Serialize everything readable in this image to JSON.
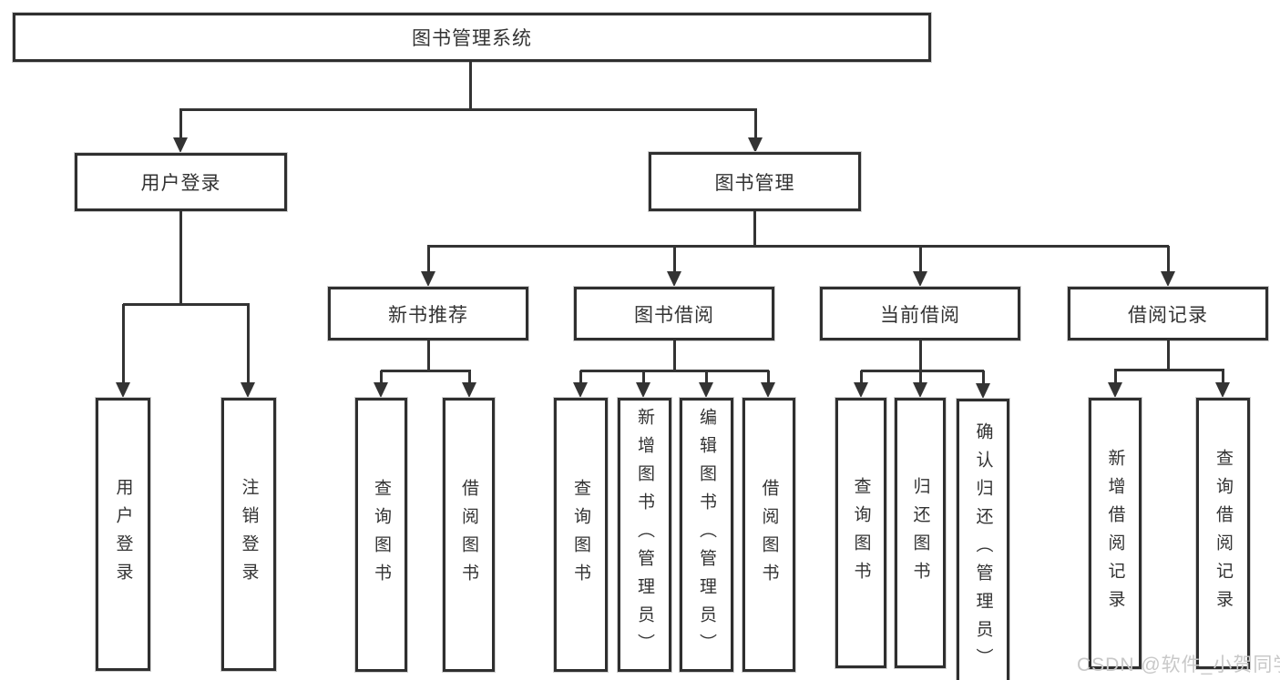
{
  "nodes": {
    "root": "图书管理系统",
    "user_login": "用户登录",
    "book_mgmt": "图书管理",
    "new_book_rec": "新书推荐",
    "book_borrow": "图书借阅",
    "current_borrow": "当前借阅",
    "borrow_record": "借阅记录",
    "ul_user_login": "用户登录",
    "ul_logout": "注销登录",
    "nbr_query_book": "查询图书",
    "nbr_borrow_book": "借阅图书",
    "bb_query_book": "查询图书",
    "bb_add_book": "新增图书（管理员）",
    "bb_edit_book": "编辑图书（管理员）",
    "bb_borrow_book": "借阅图书",
    "cb_query_book": "查询图书",
    "cb_return_book": "归还图书",
    "cb_confirm_return": "确认归还（管理员）",
    "br_add_record": "新增借阅记录",
    "br_query_record": "查询借阅记录"
  },
  "watermark": "CSDN @软件_小贺同学",
  "colors": {
    "line": "#333333",
    "box_border": "#2f2f2f",
    "text": "#333333",
    "watermark": "#c8c8c8",
    "background": "#ffffff"
  }
}
